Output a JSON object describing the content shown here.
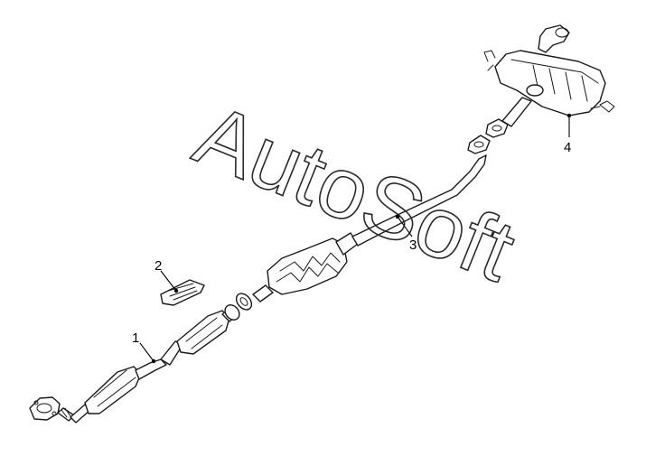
{
  "watermark": {
    "text": "AutoSoft"
  },
  "callouts": [
    {
      "id": "1",
      "label": "1"
    },
    {
      "id": "2",
      "label": "2"
    },
    {
      "id": "3",
      "label": "3"
    },
    {
      "id": "4",
      "label": "4"
    }
  ]
}
